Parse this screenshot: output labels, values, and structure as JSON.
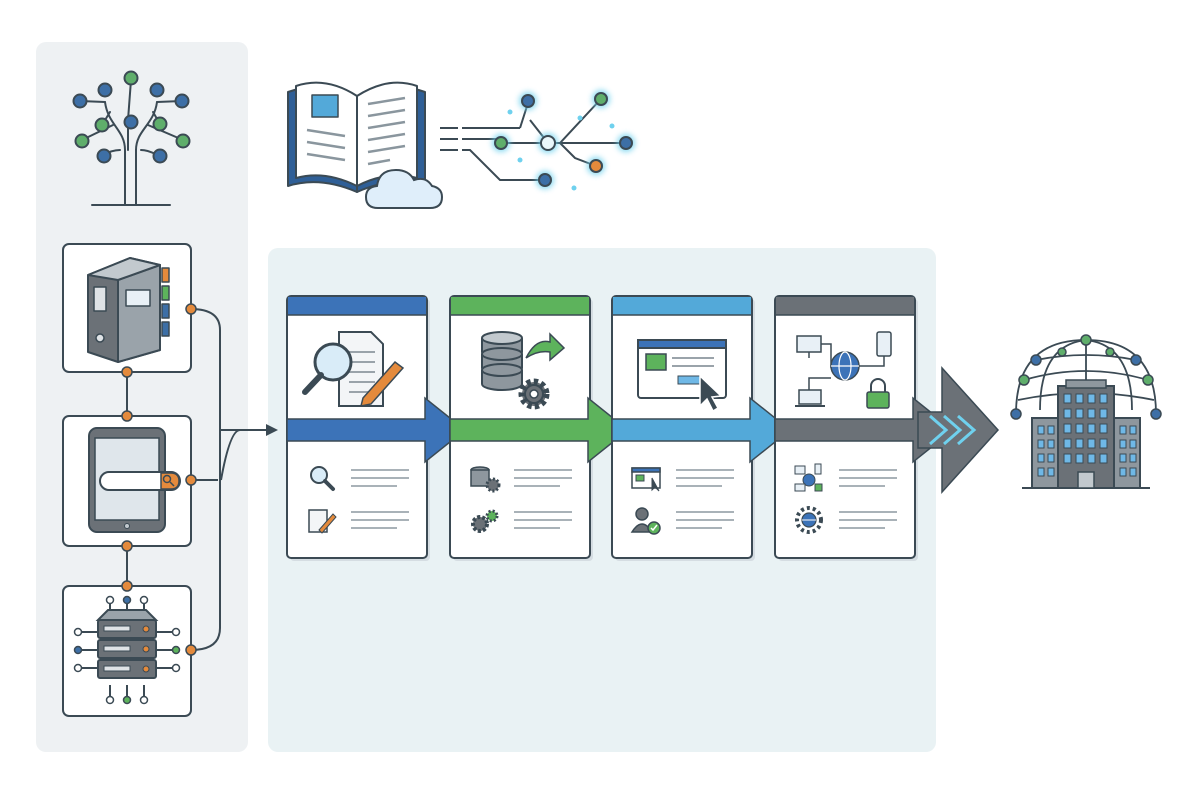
{
  "colors": {
    "stroke": "#3b4a54",
    "panel_left": "#eef1f3",
    "panel_main": "#e9f2f4",
    "blue": "#3c73b8",
    "green": "#5db35c",
    "sky": "#53a9d9",
    "gray": "#6b7177",
    "orange": "#e48a3c",
    "node_green": "#5fae6b",
    "node_blue": "#3d6fa6",
    "node_teal": "#3aa6a6"
  },
  "icons": {
    "tree": "knowledge-tree-icon",
    "book": "open-book-icon",
    "cloud": "cloud-icon",
    "network": "neural-network-icon",
    "binder": "document-binder-icon",
    "tablet": "tablet-search-icon",
    "server": "server-rack-icon",
    "magnifier_doc": "magnifier-document-icon",
    "database_gear": "database-gear-icon",
    "browser_cursor": "browser-cursor-icon",
    "devices_network": "devices-network-icon",
    "building": "building-network-icon"
  },
  "stages": [
    {
      "name": "stage-research",
      "color": "#3c73b8",
      "icon": "magnifier-document-icon",
      "rows": [
        "search-icon",
        "document-edit-icon"
      ]
    },
    {
      "name": "stage-data-processing",
      "color": "#5db35c",
      "icon": "database-gear-icon",
      "rows": [
        "database-icon",
        "gears-icon"
      ]
    },
    {
      "name": "stage-interface",
      "color": "#53a9d9",
      "icon": "browser-cursor-icon",
      "rows": [
        "browser-window-icon",
        "user-check-icon"
      ]
    },
    {
      "name": "stage-deployment",
      "color": "#6b7177",
      "icon": "devices-network-icon",
      "rows": [
        "network-devices-icon",
        "global-network-icon"
      ]
    }
  ]
}
